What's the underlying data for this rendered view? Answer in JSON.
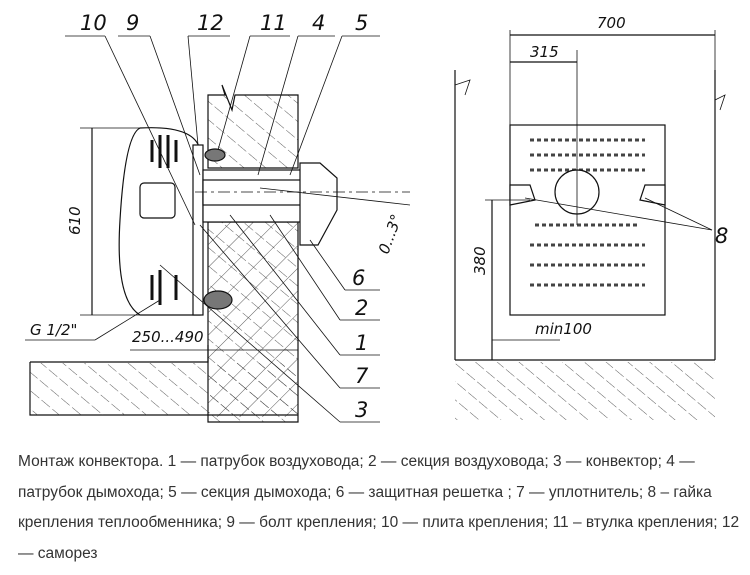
{
  "labels": {
    "n10": "10",
    "n9": "9",
    "n12": "12",
    "n11": "11",
    "n4": "4",
    "n5": "5",
    "n6": "6",
    "n2": "2",
    "n1": "1",
    "n7": "7",
    "n3": "3",
    "n8": "8"
  },
  "dimensions": {
    "height_610": "610",
    "angle": "0...3°",
    "thread": "G 1/2\"",
    "depth": "250...490",
    "width_700": "700",
    "offset_315": "315",
    "height_380": "380",
    "min100": "min100"
  },
  "caption": "Монтаж конвектора. 1 — патрубок воздуховода; 2 — секция воздуховода; 3 — конвектор; 4 — патрубок дымохода; 5 — секция дымохода; 6 — защитная решетка ; 7 — уплотнитель; 8 – гайка крепления теплообменника; 9 — болт крепления; 10 — плита крепления; 11 – втулка крепления; 12 — саморез"
}
